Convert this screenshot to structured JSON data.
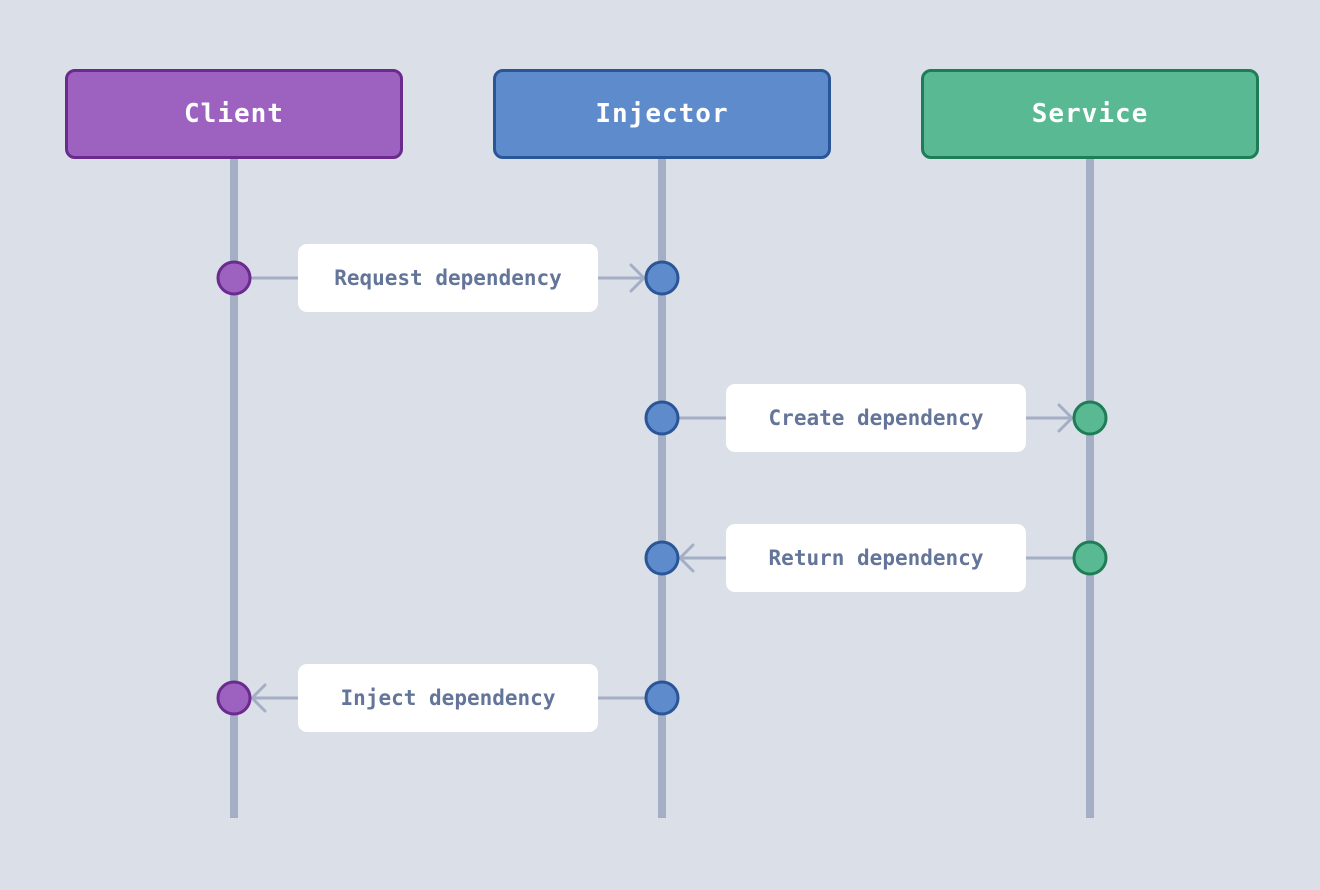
{
  "colors": {
    "background": "#dadfe8",
    "lifeline": "#a4afc6",
    "label_text": "#64759a",
    "client_fill": "#9d62c0",
    "client_stroke": "#6b2a8d",
    "injector_fill": "#5e8bcb",
    "injector_stroke": "#2a5597",
    "service_fill": "#58b993",
    "service_stroke": "#1e7d57"
  },
  "actors": [
    {
      "id": "client",
      "label": "Client"
    },
    {
      "id": "injector",
      "label": "Injector"
    },
    {
      "id": "service",
      "label": "Service"
    }
  ],
  "messages": [
    {
      "label": "Request dependency",
      "from": "client",
      "to": "injector"
    },
    {
      "label": "Create dependency",
      "from": "injector",
      "to": "service"
    },
    {
      "label": "Return dependency",
      "from": "service",
      "to": "injector"
    },
    {
      "label": "Inject dependency",
      "from": "injector",
      "to": "client"
    }
  ]
}
